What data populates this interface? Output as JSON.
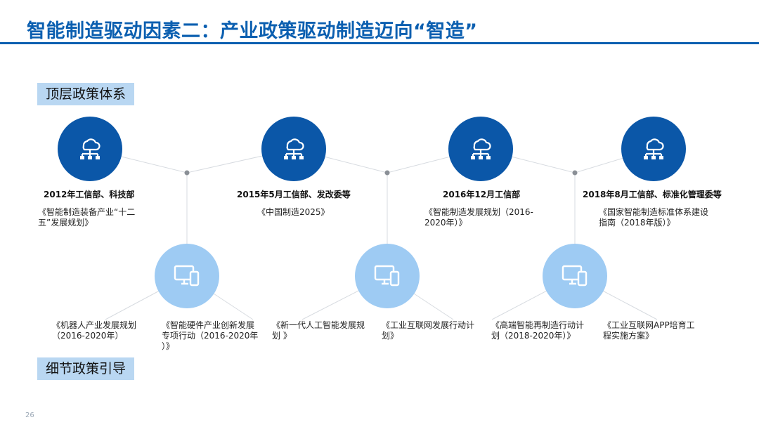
{
  "slide": {
    "title": "智能制造驱动因素二：产业政策驱动制造迈向“智造”",
    "page_number": "26"
  },
  "labels": {
    "top": "顶层政策体系",
    "bottom": "细节政策引导"
  },
  "icons": {
    "top": "cloud-network-icon",
    "bottom": "devices-icon"
  },
  "colors": {
    "accent": "#0b5fb0",
    "dark_circle": "#0b57a8",
    "light_circle": "#9ecbf3",
    "label_bg": "#b9d7f2"
  },
  "top_policies": [
    {
      "year": "2012年工信部、科技部",
      "doc_line1": "《智能制造装备产业“十二",
      "doc_line2": "五”发展规划》"
    },
    {
      "year": "2015年5月工信部、发改委等",
      "doc_line1": "《中国制造2025》",
      "doc_line2": ""
    },
    {
      "year": "2016年12月工信部",
      "doc_line1": "《智能制造发展规划（2016-",
      "doc_line2": "2020年）》"
    },
    {
      "year": "2018年8月工信部、标准化管理委等",
      "doc_line1": "《国家智能制造标准体系建设",
      "doc_line2": "指南（2018年版）》"
    }
  ],
  "bottom_policies": [
    {
      "line1": "《机器人产业发展规划",
      "line2": "（2016-2020年）",
      "line3": ""
    },
    {
      "line1": "《智能硬件产业创新发展",
      "line2": "专项行动（2016-2020年",
      "line3": "）》"
    },
    {
      "line1": "《新一代人工智能发展规",
      "line2": "划 》",
      "line3": ""
    },
    {
      "line1": "《工业互联网发展行动计",
      "line2": "划》",
      "line3": ""
    },
    {
      "line1": "《高端智能再制造行动计",
      "line2": "划（2018-2020年）》",
      "line3": ""
    },
    {
      "line1": "《工业互联网APP培育工",
      "line2": "程实施方案》",
      "line3": ""
    }
  ]
}
